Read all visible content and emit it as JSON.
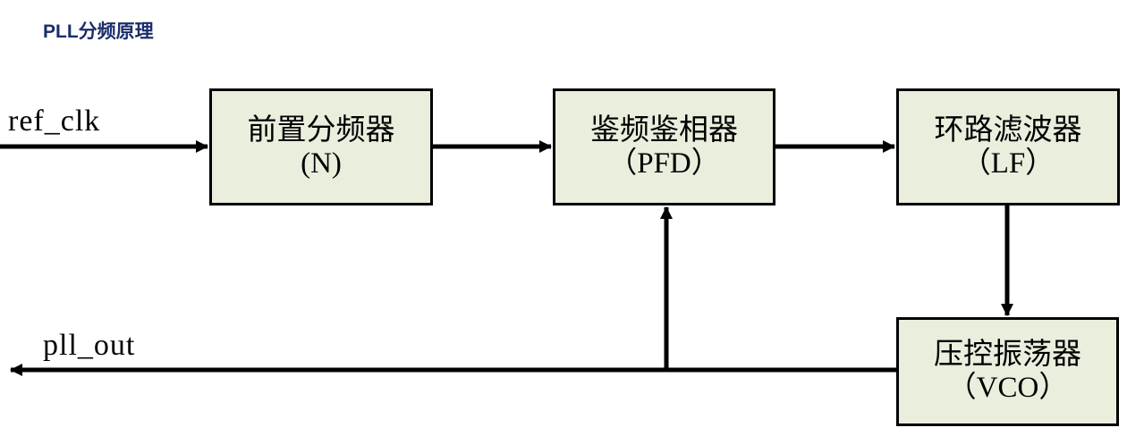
{
  "title": "PLL分频原理",
  "colors": {
    "title": "#1b2d6b",
    "block_fill": "#e9eedd",
    "block_border": "#000000",
    "wire": "#000000",
    "background": "#ffffff"
  },
  "signals": {
    "input": "ref_clk",
    "output": "pll_out"
  },
  "blocks": [
    {
      "id": "prescaler",
      "line1": "前置分频器",
      "line2": "(N)"
    },
    {
      "id": "pfd",
      "line1": "鉴频鉴相器",
      "line2": "（PFD）"
    },
    {
      "id": "lf",
      "line1": "环路滤波器",
      "line2": "（LF）"
    },
    {
      "id": "vco",
      "line1": "压控振荡器",
      "line2": "（VCO）"
    }
  ],
  "connections": [
    {
      "from": "ref_clk",
      "to": "prescaler"
    },
    {
      "from": "prescaler",
      "to": "pfd"
    },
    {
      "from": "pfd",
      "to": "lf"
    },
    {
      "from": "lf",
      "to": "vco"
    },
    {
      "from": "vco",
      "to": "pll_out"
    },
    {
      "from": "vco",
      "to": "pfd"
    }
  ]
}
